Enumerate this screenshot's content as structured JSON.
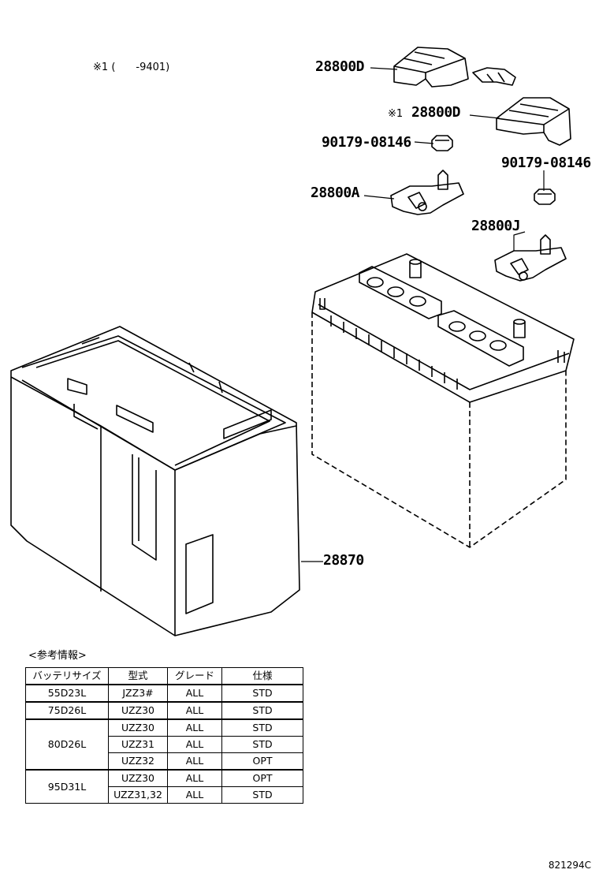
{
  "note": {
    "mark": "※1",
    "text": "(　　-9401)"
  },
  "parts": {
    "cover_top": "28800D",
    "cover_second_mark": "※1",
    "cover_second": "28800D",
    "nut_left": "90179-08146",
    "nut_right": "90179-08146",
    "clamp_a": "28800A",
    "clamp_j": "28800J",
    "tray": "28870"
  },
  "reference": {
    "title": "<参考情報>",
    "headers": [
      "バッテリサイズ",
      "型式",
      "グレード",
      "仕様"
    ],
    "groups": [
      {
        "size": "55D23L",
        "rows": [
          {
            "model": "JZZ3#",
            "grade": "ALL",
            "spec": "STD"
          }
        ]
      },
      {
        "size": "75D26L",
        "rows": [
          {
            "model": "UZZ30",
            "grade": "ALL",
            "spec": "STD"
          }
        ]
      },
      {
        "size": "80D26L",
        "rows": [
          {
            "model": "UZZ30",
            "grade": "ALL",
            "spec": "STD"
          },
          {
            "model": "UZZ31",
            "grade": "ALL",
            "spec": "STD"
          },
          {
            "model": "UZZ32",
            "grade": "ALL",
            "spec": "OPT"
          }
        ]
      },
      {
        "size": "95D31L",
        "rows": [
          {
            "model": "UZZ30",
            "grade": "ALL",
            "spec": "OPT"
          },
          {
            "model": "UZZ31,32",
            "grade": "ALL",
            "spec": "STD"
          }
        ]
      }
    ]
  },
  "drawing_code": "821294C"
}
